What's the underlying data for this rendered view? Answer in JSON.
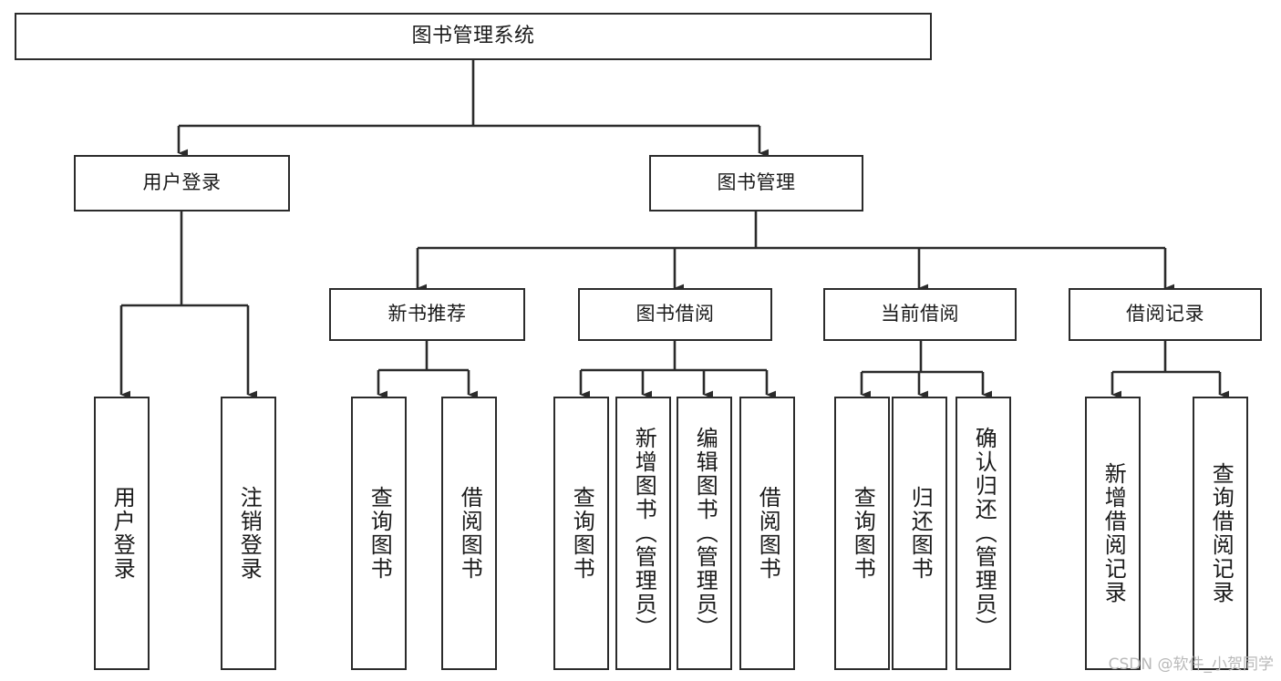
{
  "diagram": {
    "title": "图书管理系统",
    "type": "tree",
    "watermark": "CSDN @软件_小贺同学",
    "colors": {
      "box_border": "#2b2b2b",
      "box_fill": "#ffffff",
      "edge": "#2b2b2b",
      "text": "#1a1a1a",
      "watermark": "#b9b9b9"
    },
    "nodes": {
      "root": {
        "label": "图书管理系统"
      },
      "level1": [
        {
          "id": "user_login",
          "label": "用户登录"
        },
        {
          "id": "book_manage",
          "label": "图书管理"
        }
      ],
      "level2": [
        {
          "id": "new_book_rec",
          "label": "新书推荐"
        },
        {
          "id": "book_borrow",
          "label": "图书借阅"
        },
        {
          "id": "current_borrow",
          "label": "当前借阅"
        },
        {
          "id": "borrow_record",
          "label": "借阅记录"
        }
      ],
      "leaves": {
        "user_login": [
          {
            "id": "leaf_user_login",
            "label": "用户登录"
          },
          {
            "id": "leaf_logout",
            "label": "注销登录"
          }
        ],
        "new_book_rec": [
          {
            "id": "leaf_query_book_1",
            "label": "查询图书"
          },
          {
            "id": "leaf_borrow_book_1",
            "label": "借阅图书"
          }
        ],
        "book_borrow": [
          {
            "id": "leaf_query_book_2",
            "label": "查询图书"
          },
          {
            "id": "leaf_add_book",
            "label": "新增图书（管理员）"
          },
          {
            "id": "leaf_edit_book",
            "label": "编辑图书（管理员）"
          },
          {
            "id": "leaf_borrow_book_2",
            "label": "借阅图书"
          }
        ],
        "current_borrow": [
          {
            "id": "leaf_query_book_3",
            "label": "查询图书"
          },
          {
            "id": "leaf_return_book",
            "label": "归还图书"
          },
          {
            "id": "leaf_confirm_return",
            "label": "确认归还（管理员）"
          }
        ],
        "borrow_record": [
          {
            "id": "leaf_add_record",
            "label": "新增借阅记录"
          },
          {
            "id": "leaf_query_record",
            "label": "查询借阅记录"
          }
        ]
      }
    }
  }
}
